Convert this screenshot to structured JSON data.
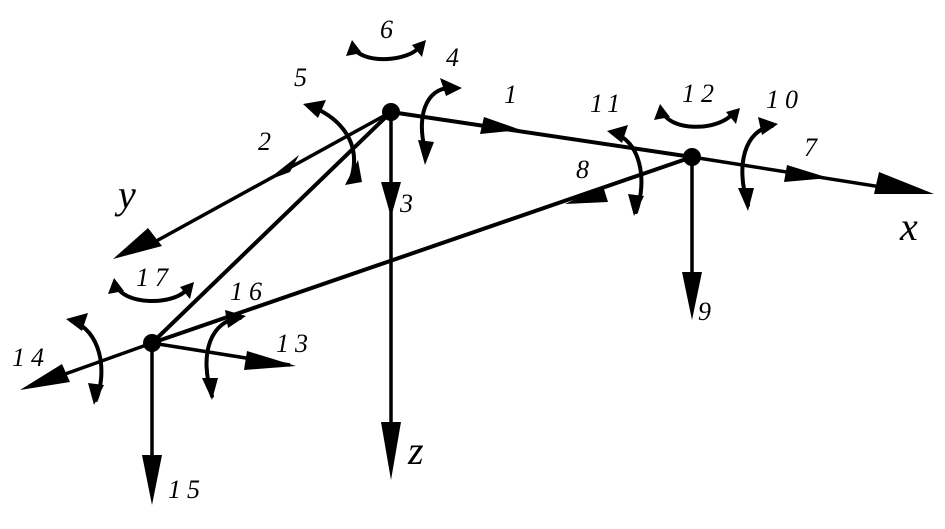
{
  "axes": {
    "x": "x",
    "y": "y",
    "z": "z"
  },
  "dof_labels": [
    "1",
    "2",
    "3",
    "4",
    "5",
    "6",
    "7",
    "8",
    "9",
    "10",
    "11",
    "12",
    "13",
    "14",
    "15",
    "16",
    "17"
  ],
  "colors": {
    "ink": "#000000",
    "background": "#ffffff"
  }
}
